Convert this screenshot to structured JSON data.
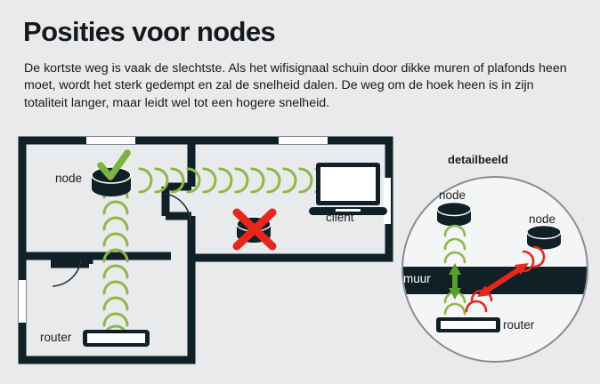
{
  "page": {
    "background_color": "#e9eaec",
    "text_color": "#16191c"
  },
  "header": {
    "title": "Posities voor nodes",
    "paragraph": "De kortste weg is vaak de slechtste. Als het wifisignaal schuin door dikke muren of plafonds heen moet, wordt het sterk gedempt en zal de snelheid dalen. De weg om de hoek heen is in zijn totaliteit langer, maar leidt wel tot een hogere snelheid."
  },
  "colors": {
    "dark": "#0f2027",
    "wall": "#0f2027",
    "green": "#8cb84a",
    "green_dark": "#5a9e2f",
    "red": "#e8261c",
    "white": "#ffffff",
    "room_fill": "#eaebed",
    "detail_fill": "#f4f5f6",
    "detail_stroke": "#8a8d90"
  },
  "floorplan": {
    "name": "floorplan-diagram",
    "labels": {
      "node": "node",
      "router": "router",
      "client": "client"
    },
    "markers": {
      "good": "check-mark",
      "bad": "cross-mark"
    },
    "signals": [
      {
        "name": "router-to-node-vertical",
        "color": "green",
        "arcs": 10
      },
      {
        "name": "node-to-client-horizontal",
        "color": "green",
        "arcs": 14
      },
      {
        "name": "router-to-client-diagonal",
        "color": "red",
        "arcs": 13
      }
    ]
  },
  "detail": {
    "name": "detail-view",
    "title": "detailbeeld",
    "labels": {
      "node_left": "node",
      "node_right": "node",
      "wall": "muur",
      "router": "router"
    },
    "arrows": [
      {
        "name": "green-perpendicular-arrow",
        "color": "green",
        "direction": "vertical-double"
      },
      {
        "name": "red-diagonal-arrow",
        "color": "red",
        "direction": "diagonal-double"
      }
    ]
  }
}
